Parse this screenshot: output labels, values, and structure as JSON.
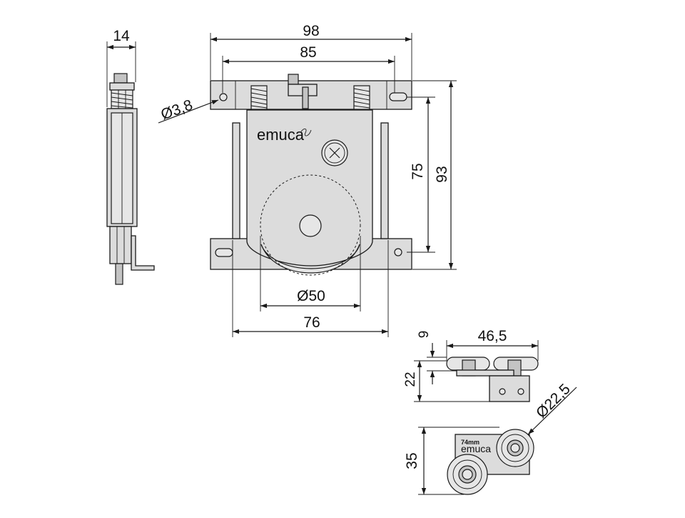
{
  "brand": {
    "logo_text": "emuca",
    "small_logo_text": "emuca",
    "small_logo_caption": "74mm"
  },
  "dimensions": {
    "side_width": "14",
    "overall_width": "98",
    "hole_spacing": "85",
    "hole_diameter": "Ø3,8",
    "inner_height": "75",
    "overall_height": "93",
    "wheel_diameter": "Ø50",
    "body_width": "76",
    "small_top_gap": "9",
    "small_width": "46,5",
    "small_height": "22",
    "small_wheel_diameter": "Ø22,5",
    "small_base_height": "35"
  }
}
